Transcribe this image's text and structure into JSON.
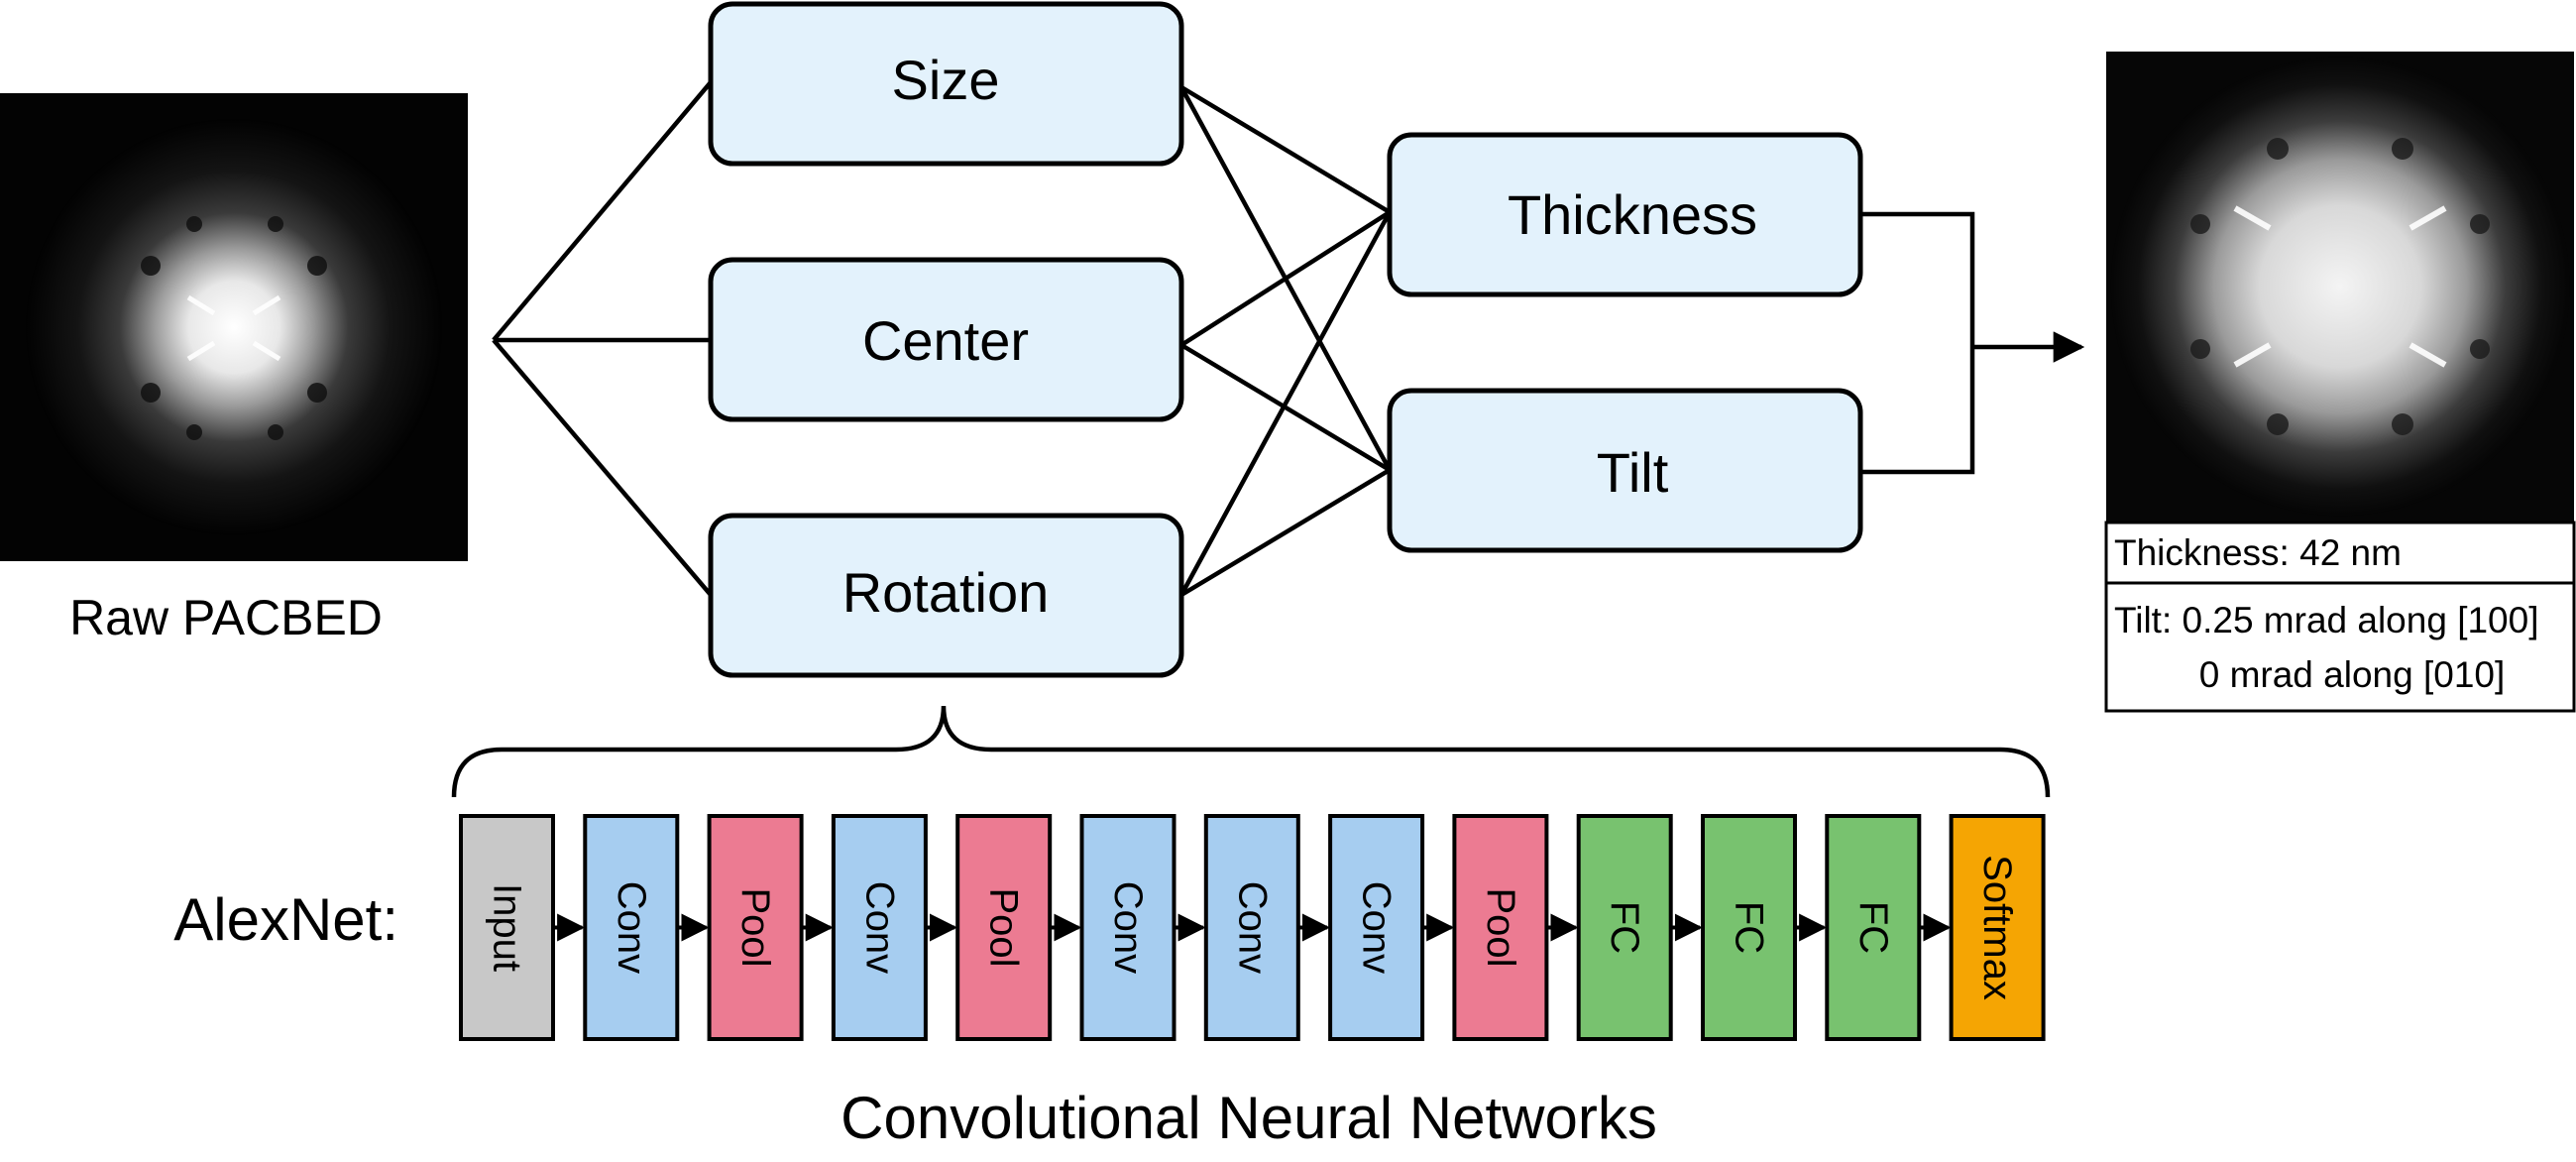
{
  "input_panel": {
    "caption": "Raw PACBED",
    "image_icon": "pacbed-pattern-small"
  },
  "parameters": [
    {
      "id": "size",
      "label": "Size"
    },
    {
      "id": "center",
      "label": "Center"
    },
    {
      "id": "rotation",
      "label": "Rotation"
    }
  ],
  "outputs": [
    {
      "id": "thickness",
      "label": "Thickness"
    },
    {
      "id": "tilt",
      "label": "Tilt"
    }
  ],
  "result_panel": {
    "image_icon": "pacbed-pattern-large",
    "thickness_line": "Thickness: 42 nm",
    "tilt_line_1": "Tilt: 0.25 mrad along [100]",
    "tilt_line_2": "0 mrad along [010]"
  },
  "alexnet": {
    "label": "AlexNet:",
    "caption": "Convolutional Neural Networks",
    "layers": [
      {
        "label": "Input",
        "kind": "input"
      },
      {
        "label": "Conv",
        "kind": "conv"
      },
      {
        "label": "Pool",
        "kind": "pool"
      },
      {
        "label": "Conv",
        "kind": "conv"
      },
      {
        "label": "Pool",
        "kind": "pool"
      },
      {
        "label": "Conv",
        "kind": "conv"
      },
      {
        "label": "Conv",
        "kind": "conv"
      },
      {
        "label": "Conv",
        "kind": "conv"
      },
      {
        "label": "Pool",
        "kind": "pool"
      },
      {
        "label": "FC",
        "kind": "fc"
      },
      {
        "label": "FC",
        "kind": "fc"
      },
      {
        "label": "FC",
        "kind": "fc"
      },
      {
        "label": "Softmax",
        "kind": "softmax"
      }
    ],
    "colors": {
      "input": "#c8c8c8",
      "conv": "#a6cdf0",
      "pool": "#ec7b92",
      "fc": "#78c26f",
      "softmax": "#f5a503"
    }
  }
}
